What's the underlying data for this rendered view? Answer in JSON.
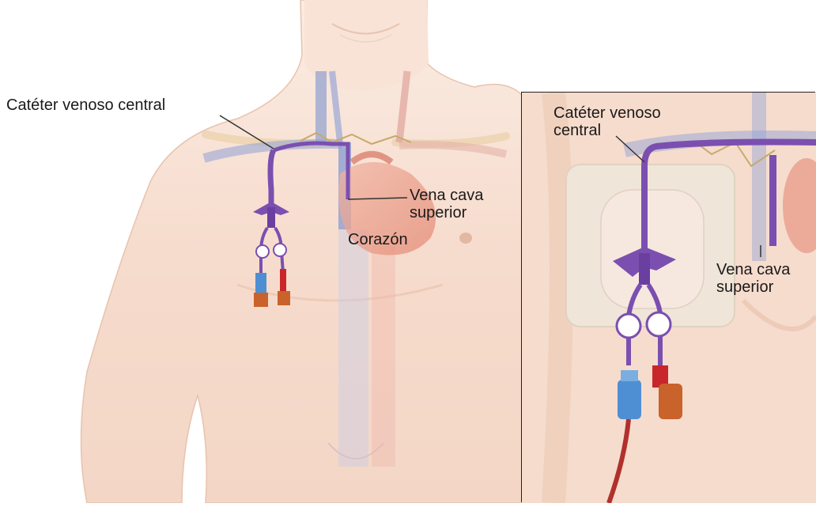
{
  "main_illustration": {
    "label_catheter": "Catéter venoso central",
    "label_svc_line1": "Vena cava",
    "label_svc_line2": "superior",
    "label_heart": "Corazón"
  },
  "inset": {
    "label_catheter_line1": "Catéter venoso",
    "label_catheter_line2": "central",
    "label_svc_line1": "Vena cava",
    "label_svc_line2": "superior"
  },
  "colors": {
    "skin": "#f6dccd",
    "skin_shadow": "#e9bfa8",
    "vein_blue": "#8f9fd0",
    "catheter_purple": "#7b4fb0",
    "cap_red": "#c8262b",
    "cap_blue": "#4e8fd4",
    "cap_orange": "#c9622b",
    "heart": "#e89a86",
    "dressing": "#efe5d8",
    "inset_border": "#222222"
  }
}
